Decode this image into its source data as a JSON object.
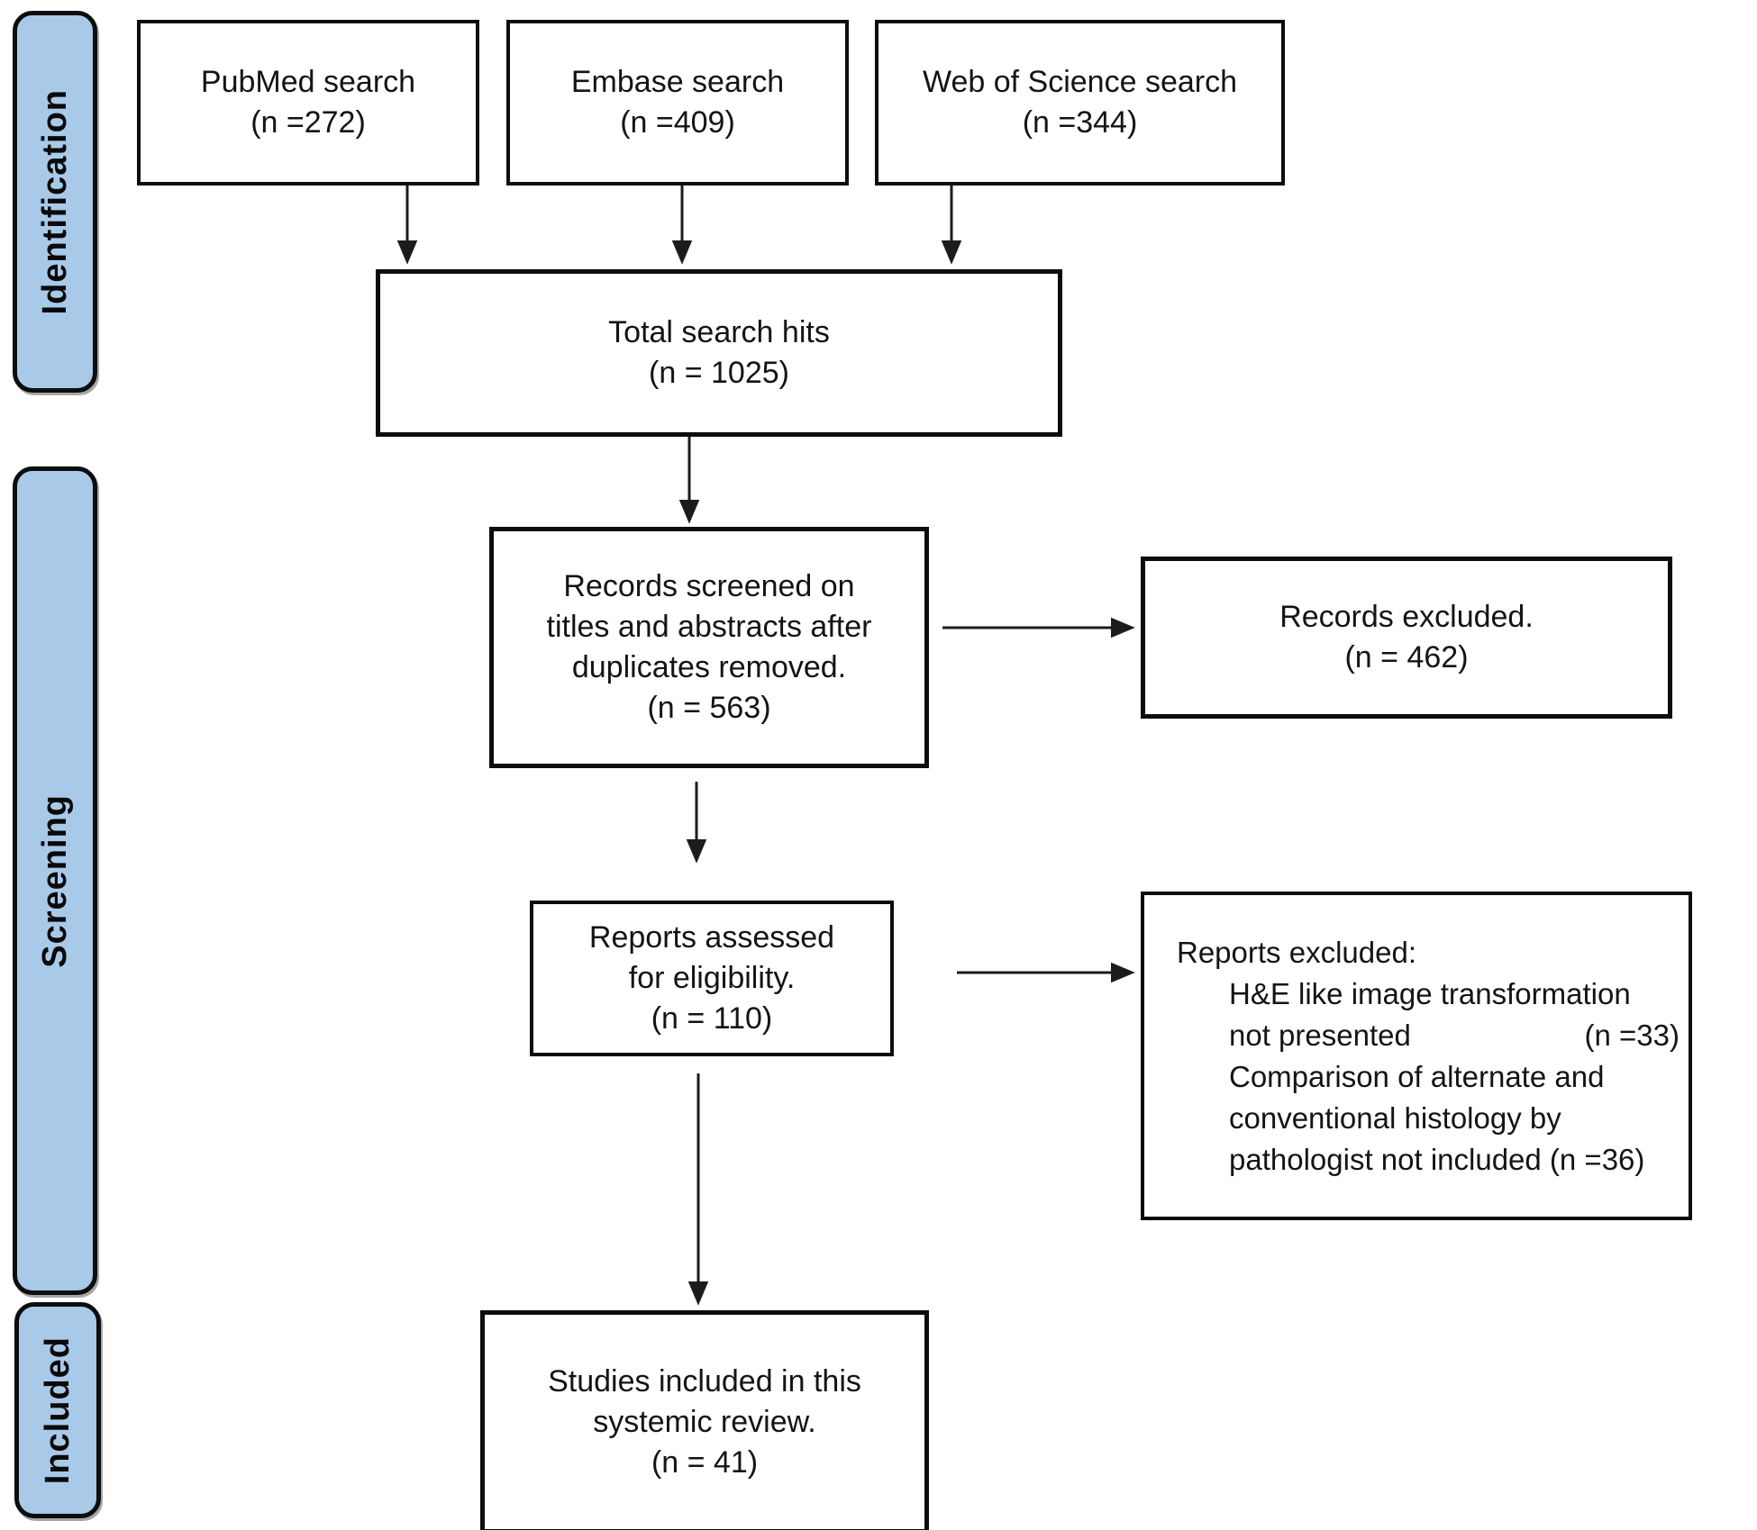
{
  "colors": {
    "stage_bar_fill": "#a9c9e9",
    "stage_bar_border": "#0d0d0d",
    "box_border": "#0d0d0d",
    "arrow": "#1c1c1c",
    "text": "#141414",
    "background": "#ffffff"
  },
  "stages": [
    {
      "label": "Identification"
    },
    {
      "label": "Screening"
    },
    {
      "label": "Included"
    }
  ],
  "boxes": {
    "pubmed": {
      "lines": [
        "PubMed search",
        "(n =272)"
      ]
    },
    "embase": {
      "lines": [
        "Embase search",
        "(n =409)"
      ]
    },
    "web_of_science": {
      "lines": [
        "Web of Science search",
        "(n =344)"
      ]
    },
    "total_hits": {
      "lines": [
        "Total search hits",
        "(n = 1025)"
      ]
    },
    "records_screened": {
      "lines": [
        "Records screened on",
        "titles and abstracts after",
        "duplicates removed.",
        "(n = 563)"
      ]
    },
    "records_excluded": {
      "lines": [
        "Records excluded.",
        "(n = 462)"
      ]
    },
    "reports_assessed": {
      "lines": [
        "Reports assessed",
        "for eligibility.",
        "(n = 110)"
      ]
    },
    "reports_excluded": {
      "title": "Reports excluded:",
      "reason1_line1": "H&E like image transformation",
      "reason1_line2_text": "not presented",
      "reason1_line2_count": "(n =33)",
      "reason2_line1": "Comparison of alternate and",
      "reason2_line2": "conventional histology by",
      "reason2_line3": "pathologist not included (n =36)"
    },
    "studies_included": {
      "lines": [
        "Studies included in this",
        "systemic review.",
        "(n = 41)"
      ]
    }
  }
}
